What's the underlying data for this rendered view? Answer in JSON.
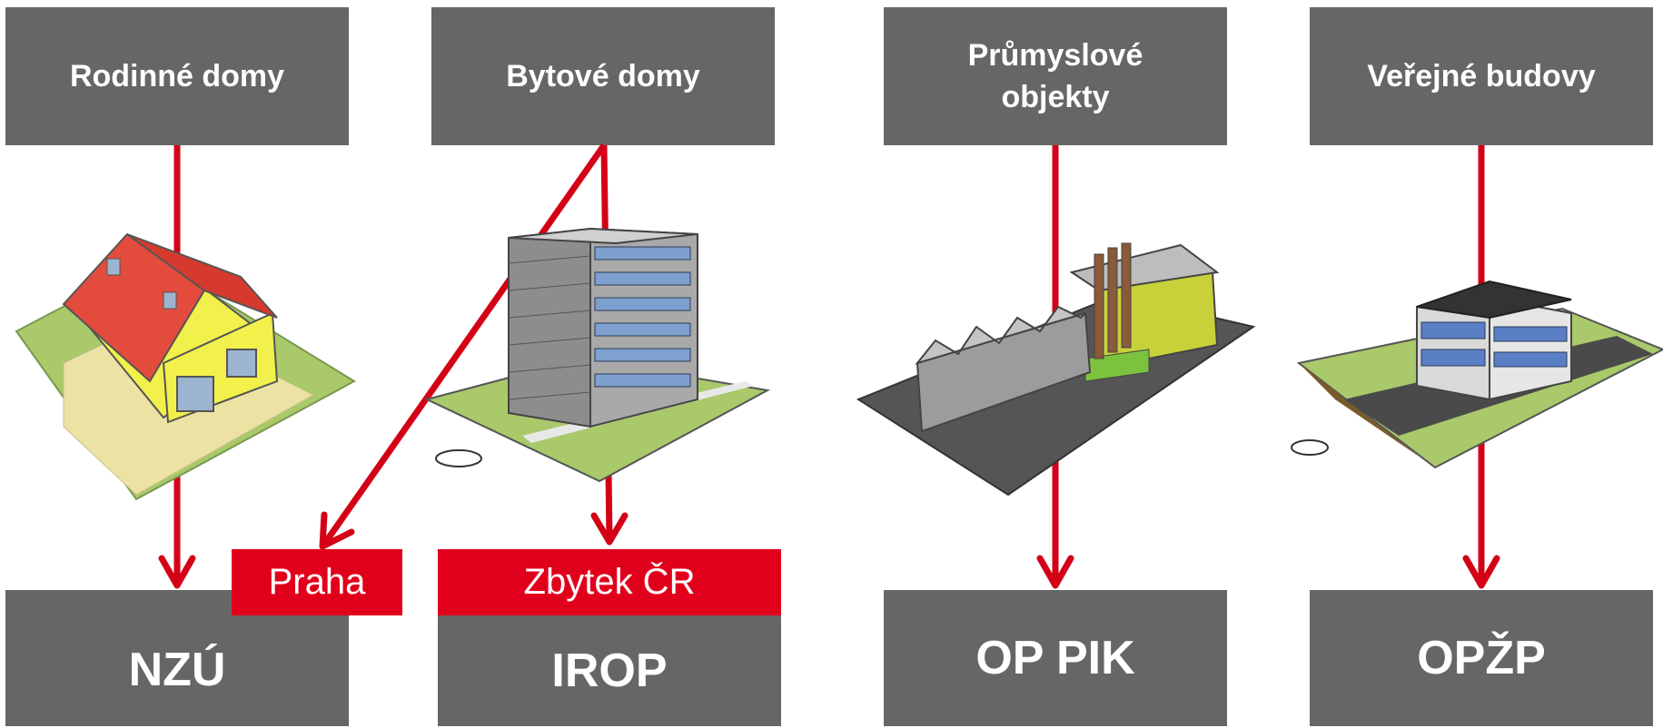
{
  "categories": [
    {
      "id": "rodinne",
      "label": "Rodinné domy"
    },
    {
      "id": "bytove",
      "label": "Bytové domy"
    },
    {
      "id": "prumyslove",
      "label": "Průmyslové objekty"
    },
    {
      "id": "verejne",
      "label": "Veřejné budovy"
    }
  ],
  "programs": [
    {
      "id": "nzu",
      "label": "NZÚ"
    },
    {
      "id": "irop",
      "label": "IROP"
    },
    {
      "id": "oppik",
      "label": "OP PIK"
    },
    {
      "id": "opzp",
      "label": "OPŽP"
    }
  ],
  "regions": {
    "praha": "Praha",
    "zbytek": "Zbytek ČR"
  },
  "colors": {
    "box": "#666666",
    "accent": "#e1001b",
    "arrow": "#d40016"
  }
}
